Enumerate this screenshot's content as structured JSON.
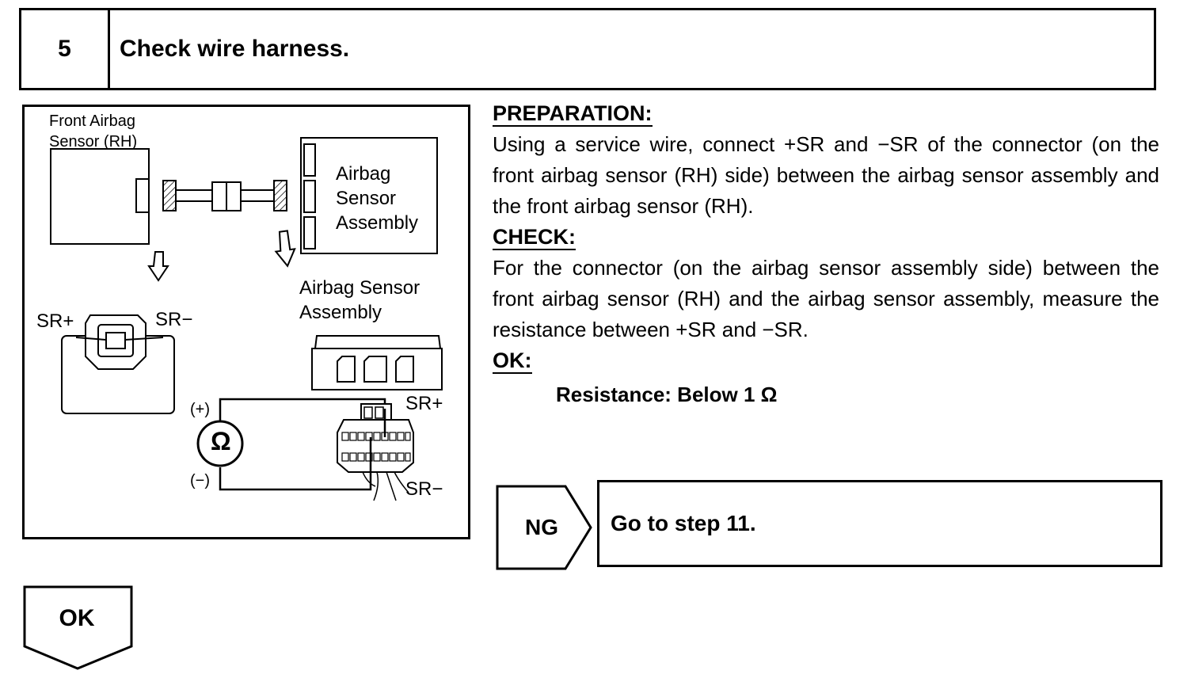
{
  "step": {
    "number": "5",
    "title": "Check wire harness."
  },
  "diagram": {
    "front_sensor_label": "Front Airbag\nSensor (RH)",
    "assembly_label": "Airbag\nSensor\nAssembly",
    "assembly_label_lower": "Airbag Sensor\nAssembly",
    "sr_plus_left": "SR+",
    "sr_minus_left": "SR−",
    "sr_plus_right": "SR+",
    "sr_minus_right": "SR−",
    "meter_plus": "(+)",
    "meter_minus": "(−)",
    "ohm_symbol": "Ω"
  },
  "instructions": {
    "preparation_heading": "PREPARATION:",
    "preparation_text": "Using a service wire, connect +SR and −SR of the connector (on the front airbag sensor (RH) side) between the airbag sensor assembly and the front airbag sensor (RH).",
    "check_heading": "CHECK:",
    "check_text": "For the connector (on the airbag sensor assembly side) between the front airbag sensor (RH) and the airbag sensor assembly, measure the resistance between +SR and −SR.",
    "ok_heading": "OK:",
    "spec_text": "Resistance: Below 1 Ω"
  },
  "results": {
    "ng_label": "NG",
    "ng_action": "Go to step 11.",
    "ok_label": "OK"
  }
}
